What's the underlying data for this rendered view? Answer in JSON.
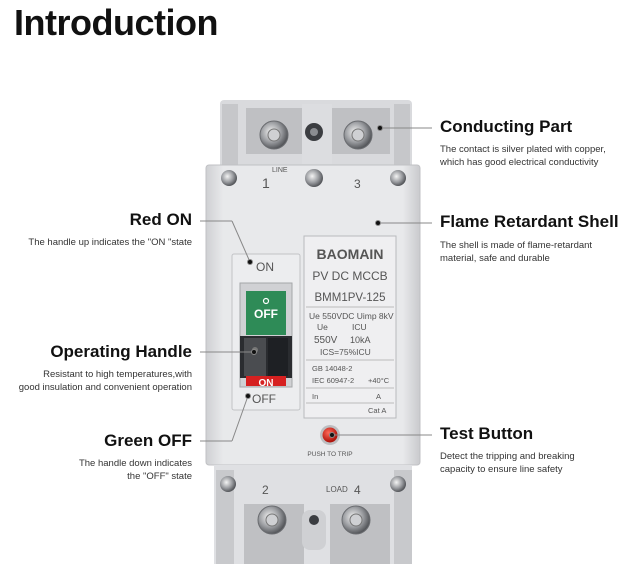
{
  "page": {
    "title": "Introduction"
  },
  "callouts": {
    "conducting": {
      "title": "Conducting Part",
      "desc1": "The contact is silver plated with copper,",
      "desc2": "which has good electrical conductivity"
    },
    "flame": {
      "title": "Flame Retardant Shell",
      "desc1": "The shell is made of flame-retardant",
      "desc2": "material, safe and durable"
    },
    "test": {
      "title": "Test Button",
      "desc1": "Detect the tripping and breaking",
      "desc2": "capacity to ensure line safety"
    },
    "red_on": {
      "title": "Red ON",
      "desc1": "The handle up indicates the \"ON \"state"
    },
    "handle": {
      "title": "Operating Handle",
      "desc1": "Resistant to high temperatures,with",
      "desc2": "good insulation and convenient operation"
    },
    "green_off": {
      "title": "Green OFF",
      "desc1": "The handle down indicates",
      "desc2": "the \"OFF\" state"
    }
  },
  "breaker": {
    "terminal_top_left": "1",
    "terminal_top_line": "LINE",
    "terminal_top_right": "3",
    "terminal_bottom_left": "2",
    "terminal_bottom_load": "LOAD",
    "terminal_bottom_right": "4",
    "brand": "BAOMAIN",
    "type": "PV DC MCCB",
    "model": "BMM1PV-125",
    "spec1": "Ue 550VDC Uimp 8kV",
    "spec2_left": "Ue",
    "spec2_right": "ICU",
    "spec3_left": "550V",
    "spec3_right": "10kA",
    "spec4": "ICS=75%ICU",
    "std1": "GB 14048-2",
    "std2": "IEC 60947-2",
    "temp": "+40°C",
    "in_label": "In",
    "in_unit": "A",
    "cat": "Cat A",
    "on_label": "ON",
    "off_label": "OFF",
    "handle_off": "OFF",
    "handle_on": "ON",
    "push_to_trip": "PUSH TO TRIP"
  },
  "colors": {
    "green": "#2e8b57",
    "red": "#d62020",
    "shell": "#e4e4e6"
  }
}
